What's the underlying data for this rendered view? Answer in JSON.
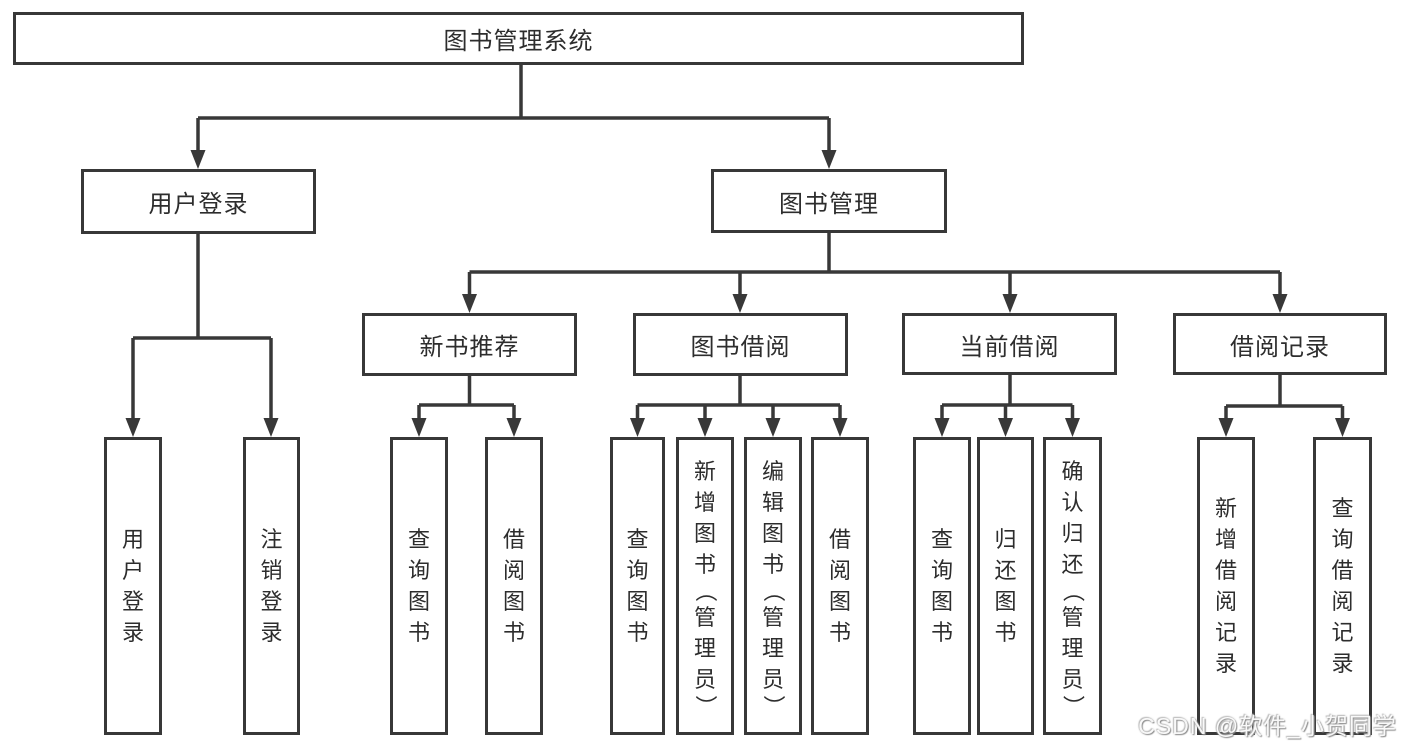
{
  "diagram": {
    "title": "图书管理系统",
    "tree": {
      "root": "图书管理系统",
      "children": [
        {
          "label": "用户登录",
          "children": [
            "用户登录",
            "注销登录"
          ]
        },
        {
          "label": "图书管理",
          "children": [
            {
              "label": "新书推荐",
              "children": [
                "查询图书",
                "借阅图书"
              ]
            },
            {
              "label": "图书借阅",
              "children": [
                "查询图书",
                "新增图书（管理员）",
                "编辑图书（管理员）",
                "借阅图书"
              ]
            },
            {
              "label": "当前借阅",
              "children": [
                "查询图书",
                "归还图书",
                "确认归还（管理员）"
              ]
            },
            {
              "label": "借阅记录",
              "children": [
                "新增借阅记录",
                "查询借阅记录"
              ]
            }
          ]
        }
      ]
    }
  },
  "nodes": [
    {
      "label": "图书管理系统"
    },
    {
      "label": "用户登录"
    },
    {
      "label": "图书管理"
    },
    {
      "label": "新书推荐"
    },
    {
      "label": "图书借阅"
    },
    {
      "label": "当前借阅"
    },
    {
      "label": "借阅记录"
    },
    {
      "label": "用户登录"
    },
    {
      "label": "注销登录"
    },
    {
      "label": "查询图书"
    },
    {
      "label": "借阅图书"
    },
    {
      "label": "查询图书"
    },
    {
      "label": "新增图书（管理员）"
    },
    {
      "label": "编辑图书（管理员）"
    },
    {
      "label": "借阅图书"
    },
    {
      "label": "查询图书"
    },
    {
      "label": "归还图书"
    },
    {
      "label": "确认归还（管理员）"
    },
    {
      "label": "新增借阅记录"
    },
    {
      "label": "查询借阅记录"
    }
  ],
  "watermark": {
    "text": "CSDN @软件_小贺同学"
  },
  "colors": {
    "line": "#383838",
    "text": "#2d2d2d",
    "background": "#ffffff",
    "box_fill": "#ffffff"
  }
}
